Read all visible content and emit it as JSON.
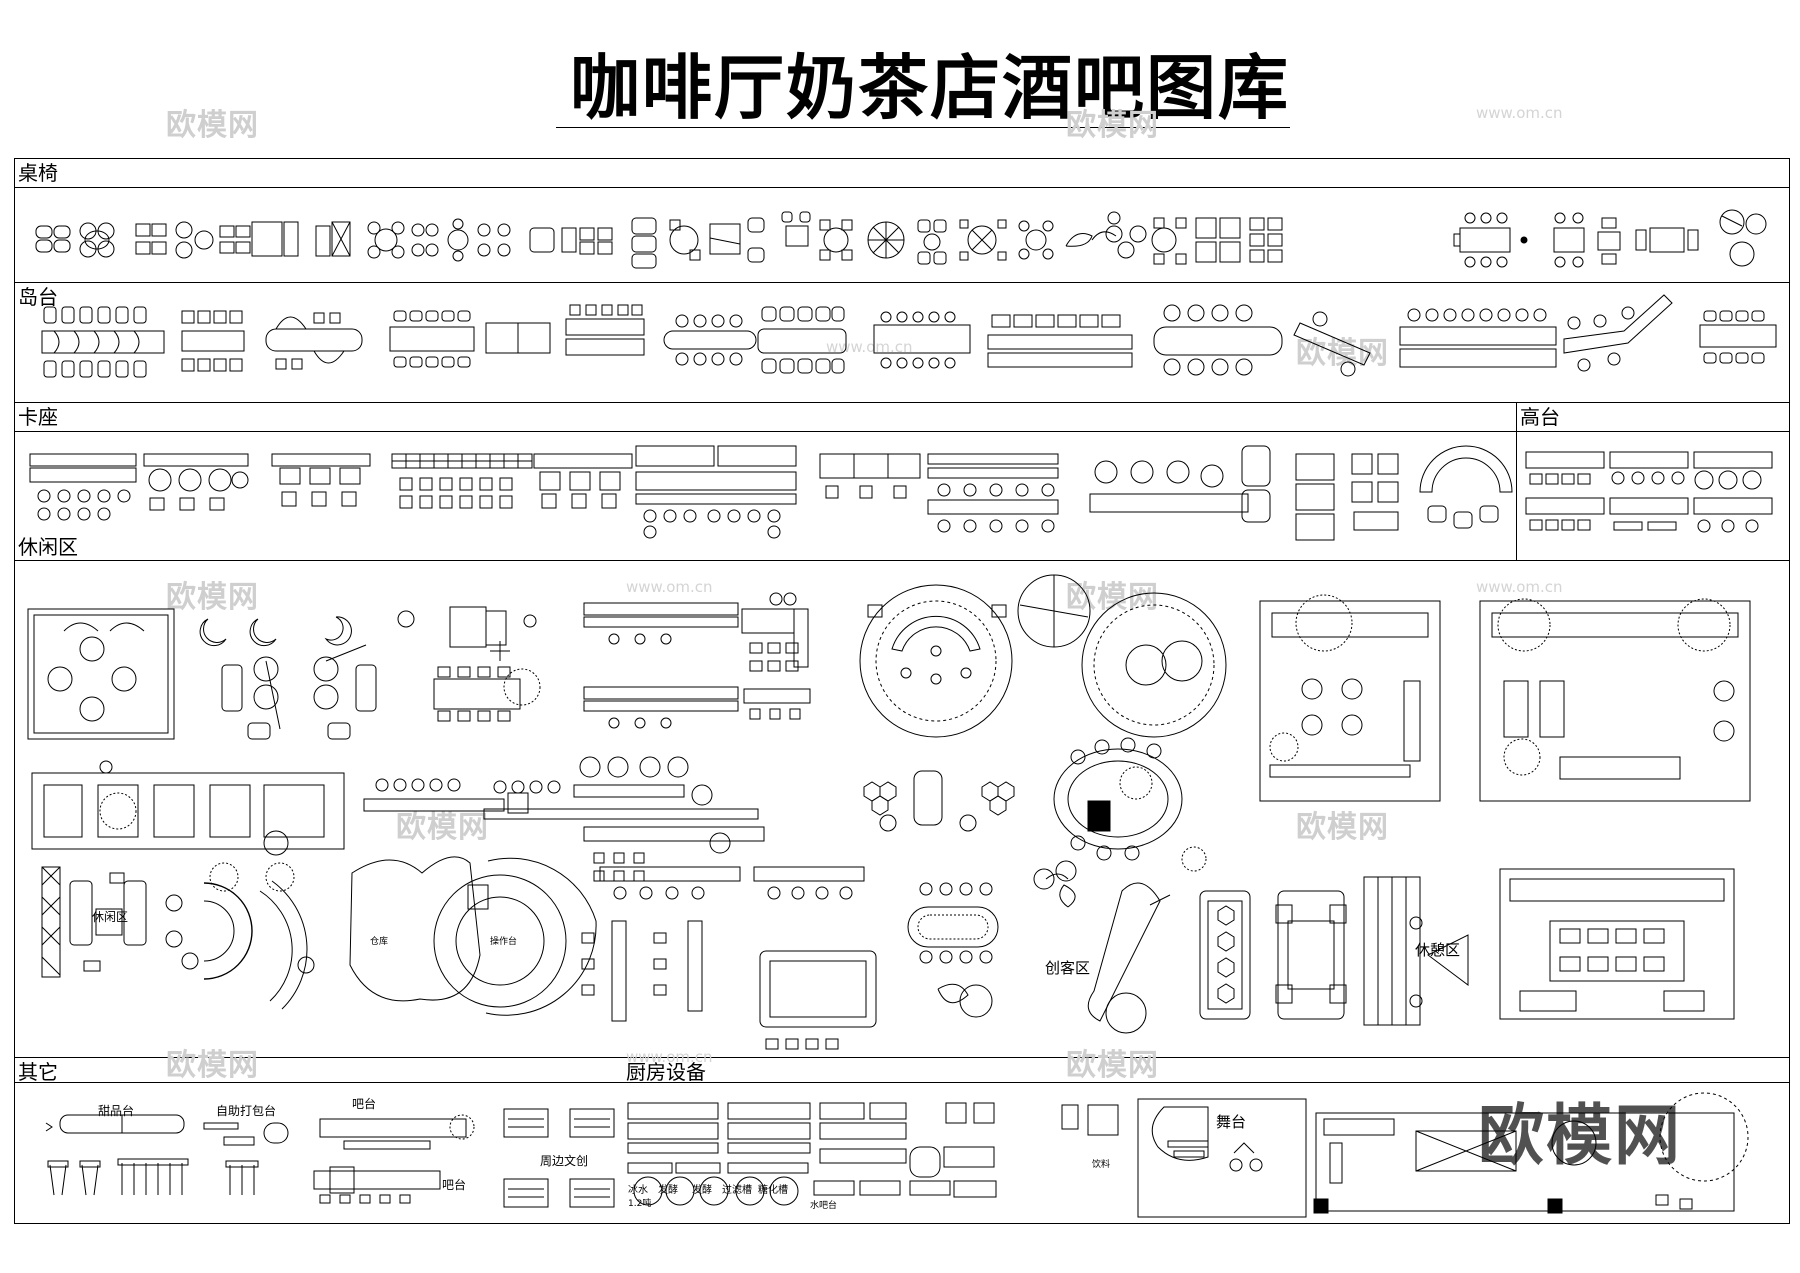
{
  "title": "咖啡厅奶茶店酒吧图库",
  "sections": {
    "tables_chairs": "桌椅",
    "island": "岛台",
    "booth": "卡座",
    "high_table": "高台",
    "lounge": "休闲区",
    "other": "其它",
    "kitchen": "厨房设备"
  },
  "labels": {
    "dessert_counter": "甜品台",
    "self_pack_counter": "自助打包台",
    "bar_counter": "吧台",
    "bar_counter_2": "吧台",
    "peripheral_creative": "周边文创",
    "stage": "舞台",
    "rest_area": "休憩区",
    "maker_area": "创客区",
    "lounge_area": "休闲区",
    "operation_desk": "操作台",
    "storage": "仓库",
    "ice_water": "冰水",
    "fermentation_1": "发酵",
    "fermentation_2": "发酵",
    "filter_tank": "过滤槽",
    "sugar_tank": "糖化槽",
    "capacity": "1.2吨",
    "water_bar": "水吧台",
    "drinks": "饮料"
  },
  "watermarks": {
    "brand": "欧模网",
    "url": "www.om.cn",
    "big": "欧模网"
  },
  "colors": {
    "line": "#000000",
    "watermark": "#cfcfcf",
    "background": "#ffffff"
  }
}
